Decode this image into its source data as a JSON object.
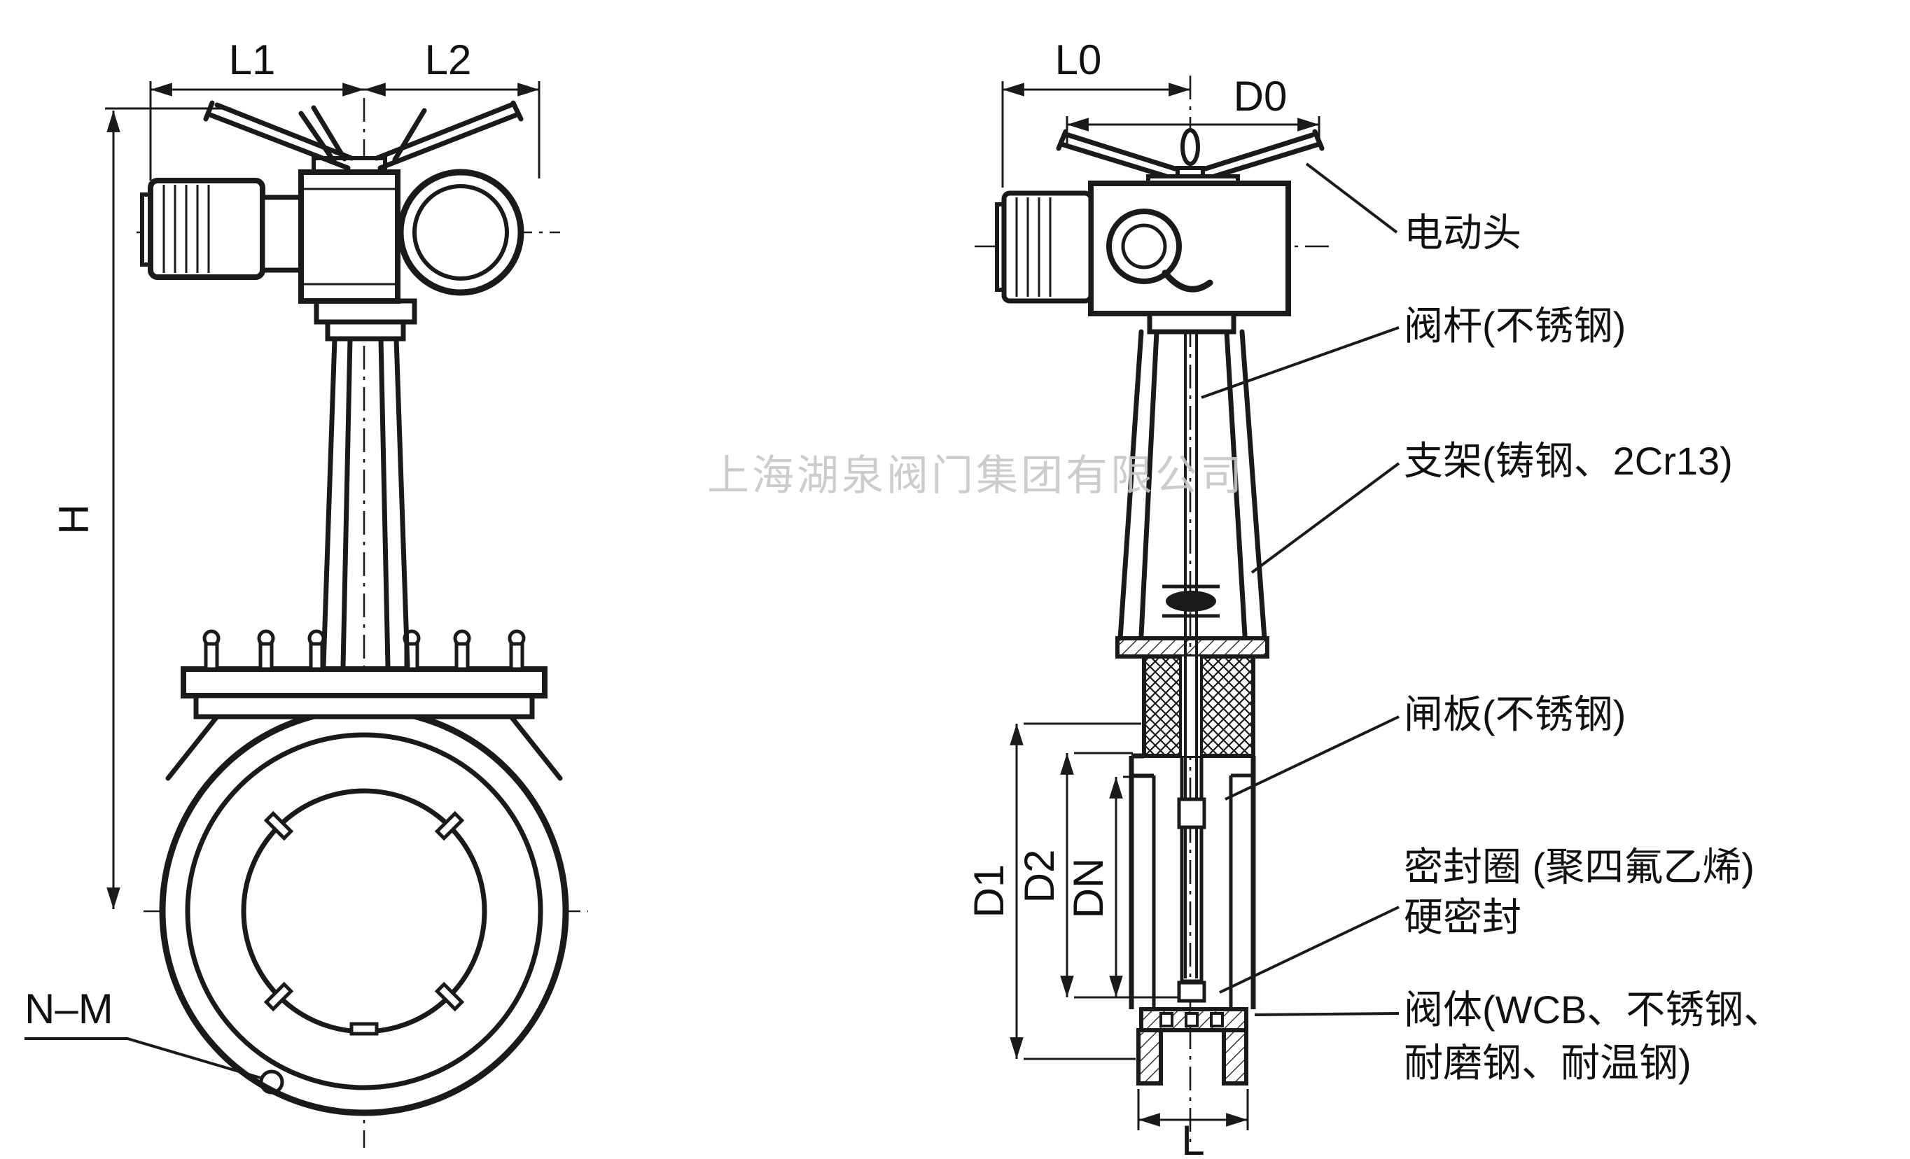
{
  "watermark": "上海湖泉阀门集团有限公司",
  "left_view": {
    "dims": {
      "l1": "L1",
      "l2": "L2",
      "h": "H",
      "nm": "N–M"
    }
  },
  "right_view": {
    "dims": {
      "l0": "L0",
      "d0": "D0",
      "d1": "D1",
      "d2": "D2",
      "dn": "DN",
      "l": "L"
    }
  },
  "callouts": {
    "actuator": "电动头",
    "stem": "阀杆(不锈钢)",
    "bracket": "支架(铸钢、2Cr13)",
    "gate": "闸板(不锈钢)",
    "seal_line1": "密封圈 (聚四氟乙烯)",
    "seal_line2": "硬密封",
    "body_line1": "阀体(WCB、不锈钢、",
    "body_line2": "耐磨钢、耐温钢)"
  },
  "colors": {
    "line": "#1a1a1a",
    "watermark": "#c7c7c7",
    "background": "#ffffff"
  }
}
